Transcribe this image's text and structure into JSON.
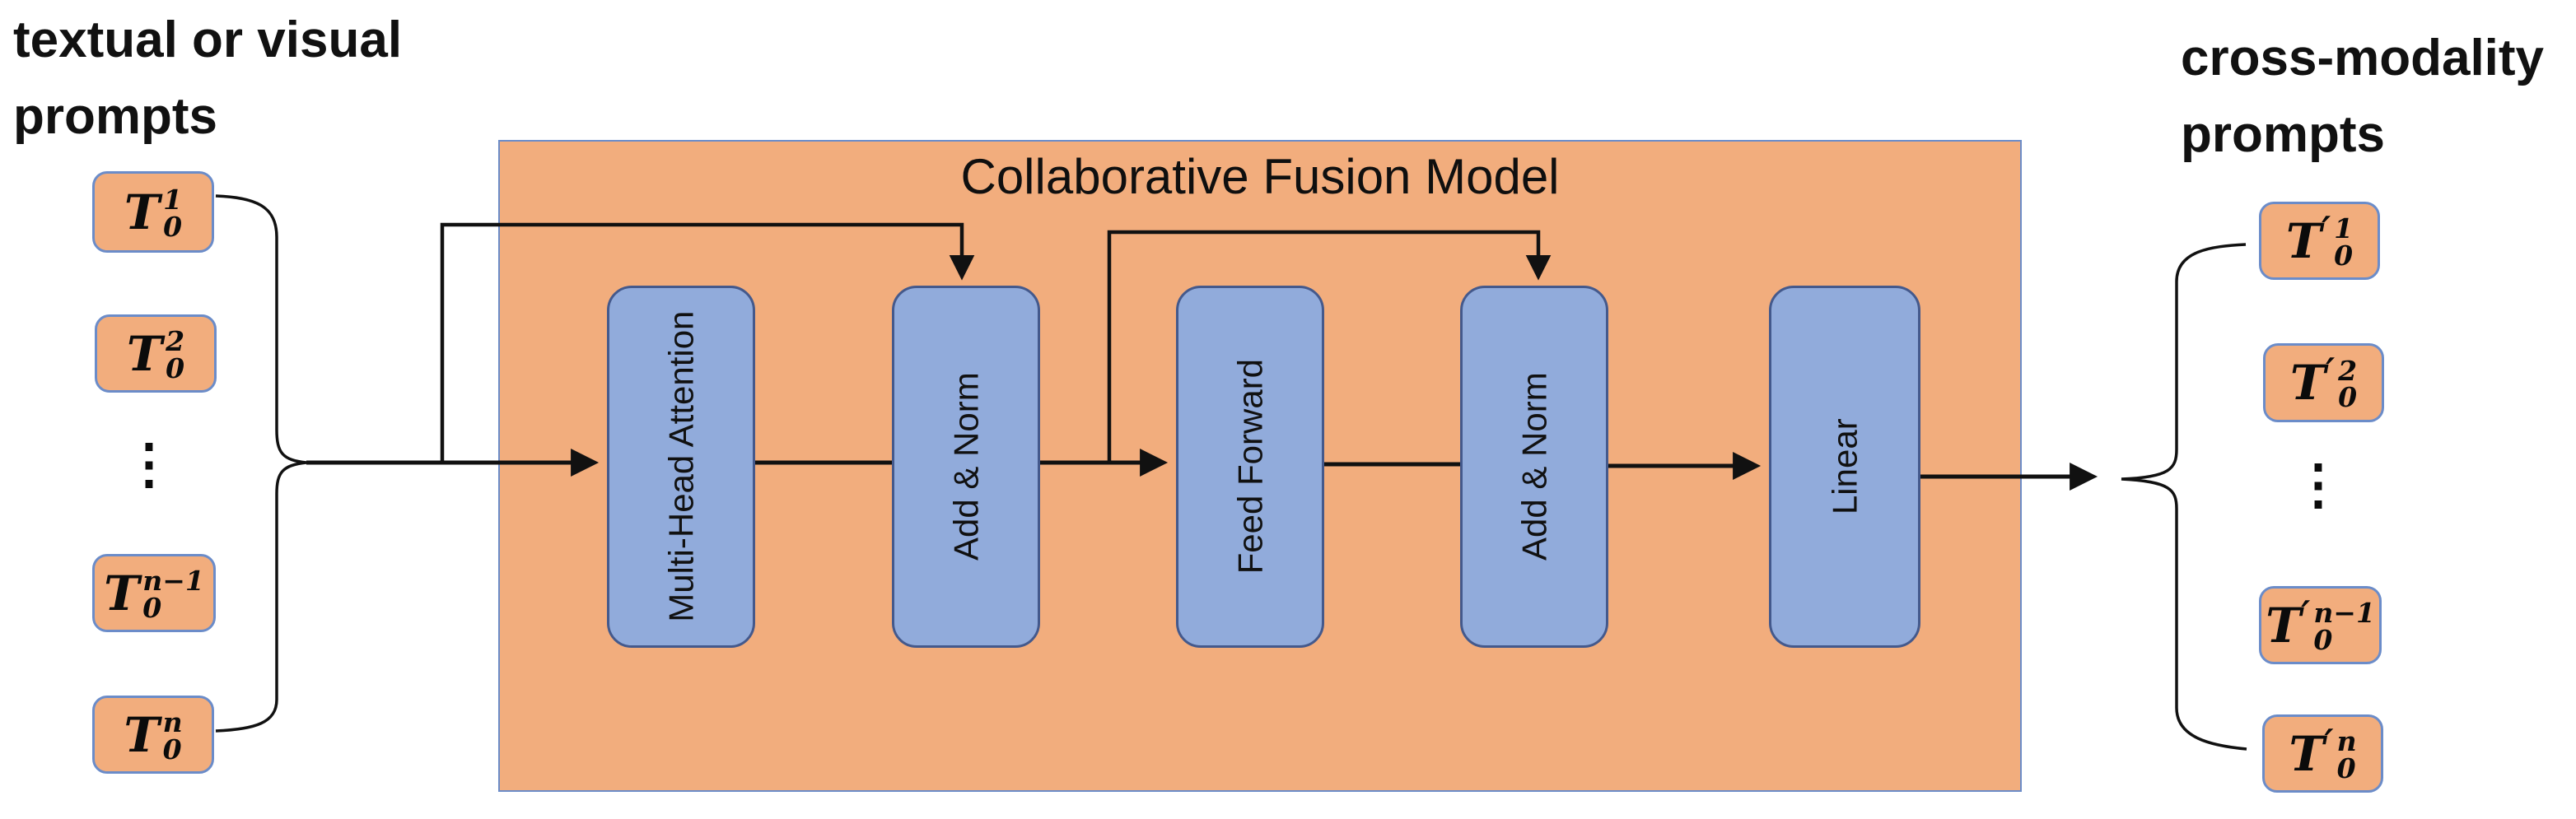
{
  "left_group": {
    "title_line1": "textual or visual",
    "title_line2": "prompts",
    "tokens": [
      {
        "base": "T",
        "prime": "",
        "sup": "1",
        "sub": "0"
      },
      {
        "base": "T",
        "prime": "",
        "sup": "2",
        "sub": "0"
      },
      {
        "base": "T",
        "prime": "",
        "sup": "n−1",
        "sub": "0"
      },
      {
        "base": "T",
        "prime": "",
        "sup": "n",
        "sub": "0"
      }
    ],
    "ellipsis": "⋮"
  },
  "right_group": {
    "title_line1": "cross-modality",
    "title_line2": "prompts",
    "tokens": [
      {
        "base": "T",
        "prime": "′",
        "sup": "1",
        "sub": "0"
      },
      {
        "base": "T",
        "prime": "′",
        "sup": "2",
        "sub": "0"
      },
      {
        "base": "T",
        "prime": "′",
        "sup": "n−1",
        "sub": "0"
      },
      {
        "base": "T",
        "prime": "′",
        "sup": "n",
        "sub": "0"
      }
    ],
    "ellipsis": "⋮"
  },
  "model": {
    "title": "Collaborative Fusion Model",
    "blocks": [
      {
        "label": "Multi-Head Attention"
      },
      {
        "label": "Add & Norm"
      },
      {
        "label": "Feed Forward"
      },
      {
        "label": "Add & Norm"
      },
      {
        "label": "Linear"
      }
    ]
  },
  "colors": {
    "panel_fill": "#F2AD7D",
    "panel_border": "#6B8CC9",
    "block_fill": "#91ABDB",
    "block_border": "#44598C",
    "token_fill": "#F2AD7D",
    "token_border": "#6B8CC9",
    "line": "#111111",
    "text": "#111111"
  }
}
